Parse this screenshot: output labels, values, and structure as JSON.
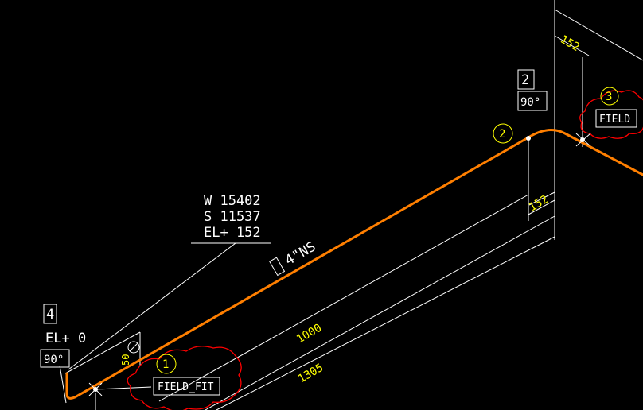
{
  "coordinates": {
    "west": "W 15402",
    "south": "S 11537",
    "elevation": "EL+ 152"
  },
  "pipe_spec": {
    "label": "4\"NS"
  },
  "dimensions": {
    "main_run": "1000",
    "overall_run": "1305",
    "top_offset": "152",
    "vertical_offset": "152",
    "small_left": "50"
  },
  "points": {
    "p1": {
      "number": "1",
      "tag": "FIELD_FIT"
    },
    "p2": {
      "number": "2",
      "bend_tag": "2",
      "angle": "90°"
    },
    "p3": {
      "number": "3",
      "tag": "FIELD"
    },
    "p4": {
      "tag": "4",
      "elevation": "EL+ 0",
      "angle": "90°"
    }
  },
  "colors": {
    "background": "#000000",
    "pipe": "#ff7f00",
    "dimension": "#ffffff",
    "annotation": "#ffff00",
    "revision_cloud": "#ff0000"
  }
}
